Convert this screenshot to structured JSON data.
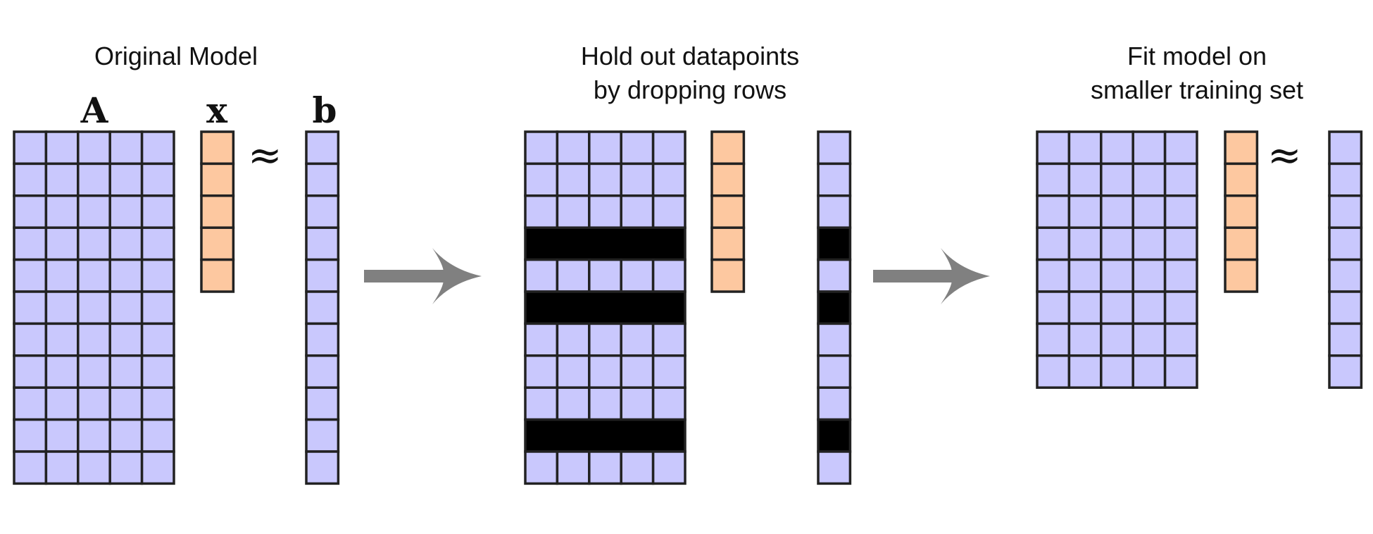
{
  "panels": [
    {
      "caption_lines": [
        "Original Model"
      ],
      "labels": {
        "matrix": "A",
        "vector": "x",
        "target": "b"
      },
      "approx_symbol": "≈",
      "matrix": {
        "rows": 11,
        "cols": 5,
        "dropped_rows": []
      },
      "vector_length": 5,
      "target_length": 11
    },
    {
      "caption_lines": [
        "Hold out datapoints",
        "by dropping rows"
      ],
      "labels": {
        "matrix": "",
        "vector": "",
        "target": ""
      },
      "approx_symbol": "",
      "matrix": {
        "rows": 11,
        "cols": 5,
        "dropped_rows": [
          3,
          5,
          9
        ]
      },
      "vector_length": 5,
      "target_length": 11
    },
    {
      "caption_lines": [
        "Fit model on",
        "smaller training set"
      ],
      "labels": {
        "matrix": "",
        "vector": "",
        "target": ""
      },
      "approx_symbol": "≈",
      "matrix": {
        "rows": 8,
        "cols": 5,
        "dropped_rows": []
      },
      "vector_length": 5,
      "target_length": 8
    }
  ],
  "arrows": [
    "arrow-1",
    "arrow-2"
  ],
  "colors": {
    "cell_fill": "#c9c8fd",
    "vector_fill": "#fdc8a0",
    "dropped_fill": "#000000",
    "grid_stroke": "#222222",
    "arrow": "#808080"
  }
}
